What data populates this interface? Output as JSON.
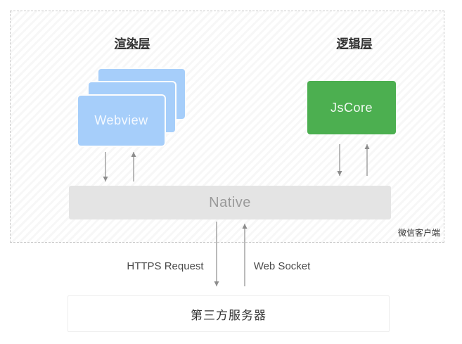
{
  "diagram": {
    "client_label": "微信客户端",
    "render_layer": {
      "title": "渲染层",
      "webview_label": "Webview"
    },
    "logic_layer": {
      "title": "逻辑层",
      "jscore_label": "JsCore"
    },
    "native_label": "Native",
    "connections": [
      {
        "label": "HTTPS Request",
        "direction": "down"
      },
      {
        "label": "Web Socket",
        "direction": "up"
      }
    ],
    "server_label": "第三方服务器",
    "colors": {
      "webview_blue": "#a6cefa",
      "jscore_green": "#4caf50",
      "native_gray": "#e4e4e4",
      "arrow_gray": "#8c8c8c",
      "dashed_border": "#c8c8c8"
    }
  }
}
